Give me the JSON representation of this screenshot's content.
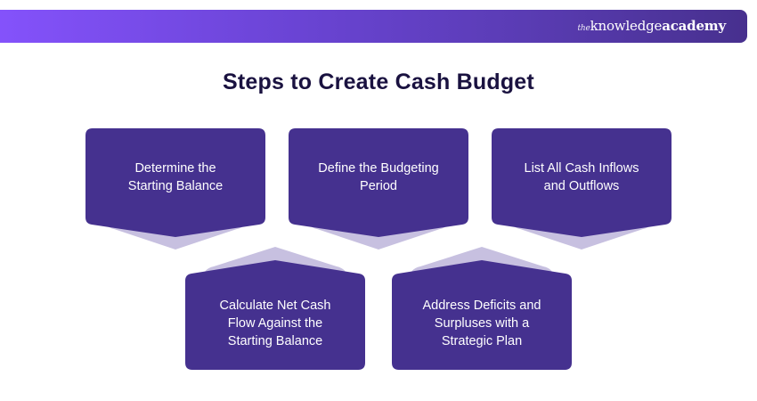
{
  "header": {
    "brand": {
      "prefix": "the",
      "mid": "knowledge",
      "suffix": "academy"
    }
  },
  "title": "Steps to Create Cash Budget",
  "colors": {
    "card": "#45318f",
    "shadow": "#c7c0e0",
    "title": "#1a1240",
    "banner_start": "#8452fb",
    "banner_end": "#47308e"
  },
  "steps": [
    {
      "label_lines": [
        "Determine the",
        "Starting Balance"
      ]
    },
    {
      "label_lines": [
        "Define the Budgeting",
        "Period"
      ]
    },
    {
      "label_lines": [
        "List All Cash Inflows",
        "and Outflows"
      ]
    },
    {
      "label_lines": [
        "Calculate Net Cash",
        "Flow Against the",
        "Starting Balance"
      ]
    },
    {
      "label_lines": [
        "Address Deficits and",
        "Surpluses with a",
        "Strategic Plan"
      ]
    }
  ]
}
